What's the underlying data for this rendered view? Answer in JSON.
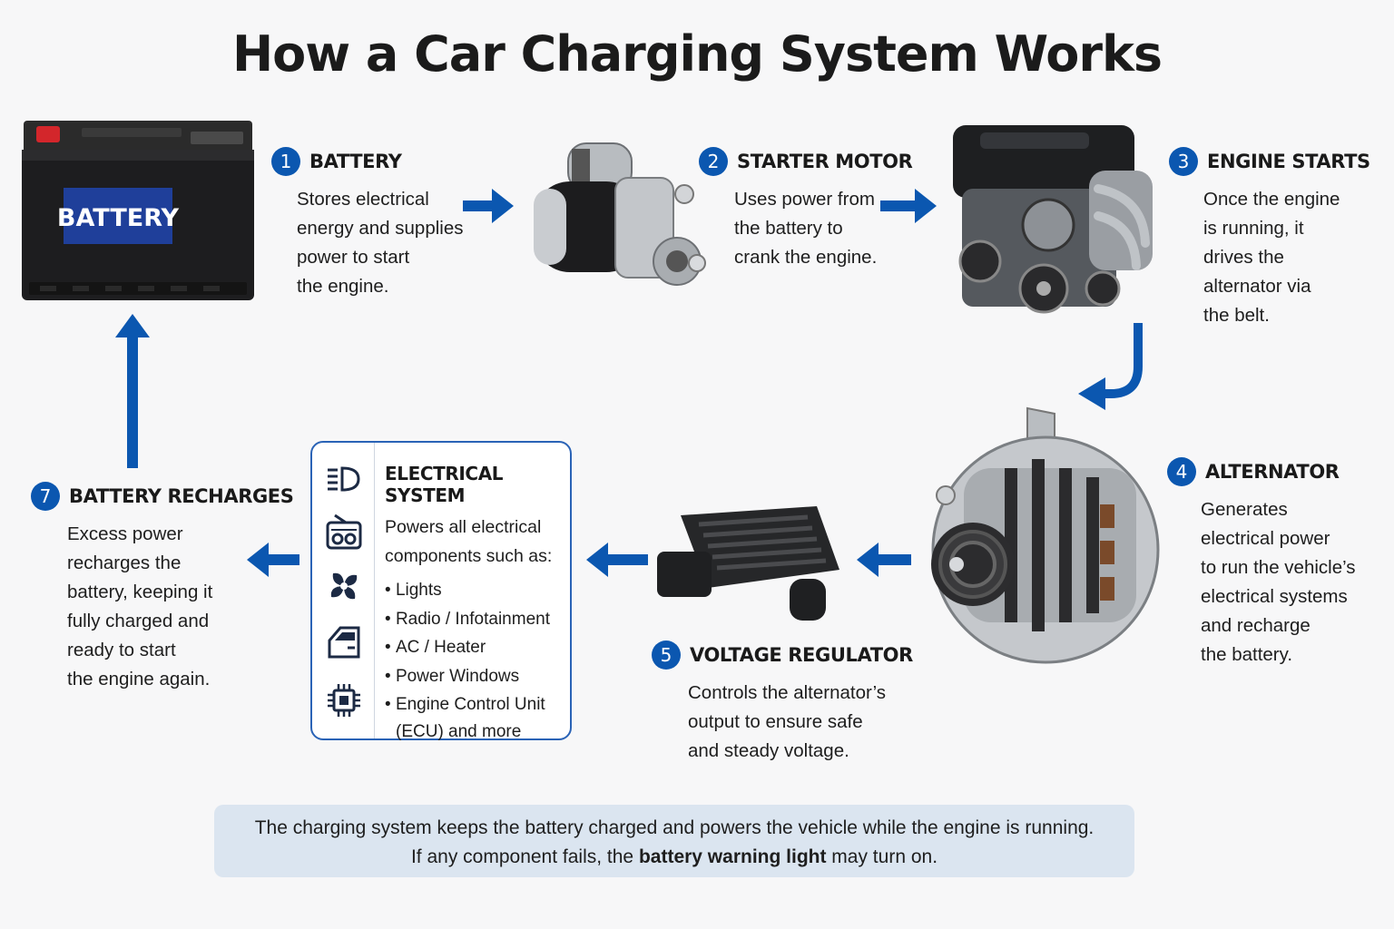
{
  "title": "How a Car Charging System Works",
  "battery_label": "BATTERY",
  "steps": [
    {
      "num": "1",
      "title": "BATTERY",
      "lines": [
        "Stores electrical",
        "energy and supplies",
        "power to start",
        "the engine."
      ]
    },
    {
      "num": "2",
      "title": "STARTER MOTOR",
      "lines": [
        "Uses power from",
        "the battery to",
        "crank the engine."
      ]
    },
    {
      "num": "3",
      "title": "ENGINE STARTS",
      "lines": [
        "Once the engine",
        "is running, it",
        "drives the",
        "alternator via",
        "the belt."
      ]
    },
    {
      "num": "4",
      "title": "ALTERNATOR",
      "lines": [
        "Generates",
        "electrical power",
        "to run the vehicle’s",
        "electrical systems",
        "and recharge",
        "the battery."
      ]
    },
    {
      "num": "5",
      "title": "VOLTAGE REGULATOR",
      "lines": [
        "Controls the alternator’s",
        "output to ensure safe",
        "and steady voltage."
      ]
    },
    {
      "num": "7",
      "title": "BATTERY RECHARGES",
      "lines": [
        "Excess power",
        "recharges the",
        "battery, keeping it",
        "fully charged and",
        "ready to start",
        "the engine again."
      ]
    }
  ],
  "electrical": {
    "title": "ELECTRICAL SYSTEM",
    "intro": [
      "Powers all electrical",
      "components such as:"
    ],
    "items": [
      "Lights",
      "Radio / Infotainment",
      "AC / Heater",
      "Power Windows",
      "Engine Control Unit"
    ],
    "items_tail": "(ECU) and more",
    "icons": [
      "headlight-icon",
      "radio-icon",
      "fan-icon",
      "car-door-icon",
      "chip-icon"
    ]
  },
  "footer": {
    "line1": "The charging system keeps the battery charged and powers the vehicle while the engine is running.",
    "line2_before": "If any component fails, the ",
    "line2_bold": "battery warning light",
    "line2_after": " may turn on."
  },
  "colors": {
    "accent": "#0b57b0",
    "box_border": "#2a63b6",
    "footer_bg": "#dbe5f0"
  }
}
